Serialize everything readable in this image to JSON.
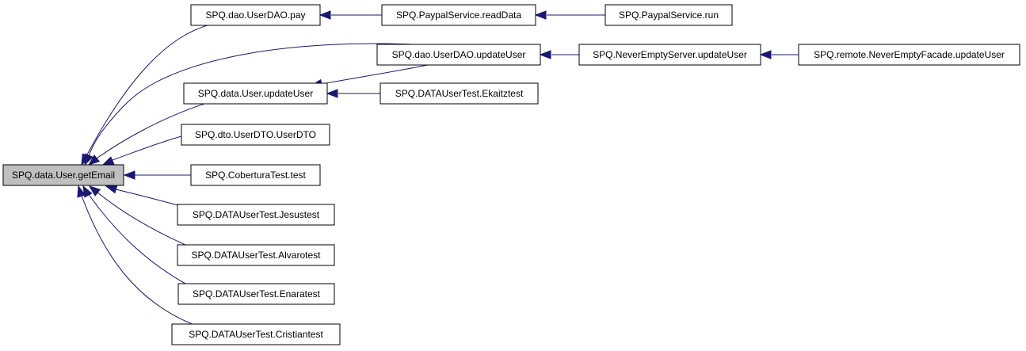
{
  "colors": {
    "edge": "#191970",
    "node_fill": "#ffffff",
    "root_fill": "#bfbfbf",
    "node_border": "#000000"
  },
  "nodes": {
    "getEmail": "SPQ.data.User.getEmail",
    "userdao_pay": "SPQ.dao.UserDAO.pay",
    "paypal_read": "SPQ.PaypalService.readData",
    "paypal_run": "SPQ.PaypalService.run",
    "userdao_update": "SPQ.dao.UserDAO.updateUser",
    "server_update": "SPQ.NeverEmptyServer.updateUser",
    "facade_update": "SPQ.remote.NeverEmptyFacade.updateUser",
    "user_update": "SPQ.data.User.updateUser",
    "ekaitztest": "SPQ.DATAUserTest.Ekaitztest",
    "userdto": "SPQ.dto.UserDTO.UserDTO",
    "cobertura": "SPQ.CoberturaTest.test",
    "jesustest": "SPQ.DATAUserTest.Jesustest",
    "alvarotest": "SPQ.DATAUserTest.Alvarotest",
    "enaratest": "SPQ.DATAUserTest.Enaratest",
    "cristiantest": "SPQ.DATAUserTest.Cristiantest"
  },
  "edges": [
    {
      "from": "userdao_pay",
      "to": "getEmail"
    },
    {
      "from": "userdao_update",
      "to": "getEmail"
    },
    {
      "from": "user_update",
      "to": "getEmail"
    },
    {
      "from": "userdto",
      "to": "getEmail"
    },
    {
      "from": "cobertura",
      "to": "getEmail"
    },
    {
      "from": "jesustest",
      "to": "getEmail"
    },
    {
      "from": "alvarotest",
      "to": "getEmail"
    },
    {
      "from": "enaratest",
      "to": "getEmail"
    },
    {
      "from": "cristiantest",
      "to": "getEmail"
    },
    {
      "from": "paypal_read",
      "to": "userdao_pay"
    },
    {
      "from": "paypal_run",
      "to": "paypal_read"
    },
    {
      "from": "server_update",
      "to": "userdao_update"
    },
    {
      "from": "facade_update",
      "to": "server_update"
    },
    {
      "from": "userdao_update",
      "to": "user_update"
    },
    {
      "from": "ekaitztest",
      "to": "user_update"
    }
  ]
}
